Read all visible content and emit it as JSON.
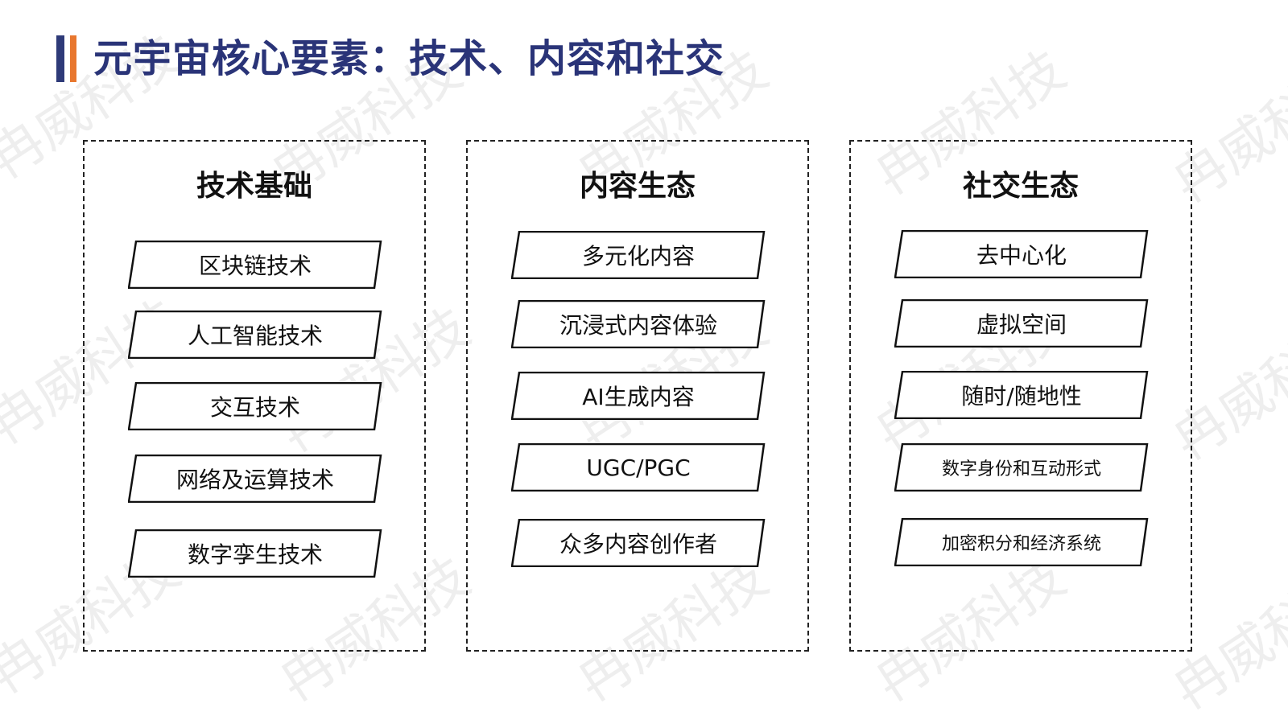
{
  "title": "元宇宙核心要素：技术、内容和社交",
  "colors": {
    "title": "#2A3478",
    "accent_blue": "#2E3A78",
    "accent_orange": "#E8772E"
  },
  "watermark": "冉威科技",
  "panels": [
    {
      "title": "技术基础",
      "items": [
        {
          "label": "区块链技术"
        },
        {
          "label": "人工智能技术"
        },
        {
          "label": "交互技术"
        },
        {
          "label": "网络及运算技术"
        },
        {
          "label": "数字孪生技术"
        }
      ]
    },
    {
      "title": "内容生态",
      "items": [
        {
          "label": "多元化内容"
        },
        {
          "label": "沉浸式内容体验"
        },
        {
          "label": "AI生成内容"
        },
        {
          "label": "UGC/PGC"
        },
        {
          "label": "众多内容创作者"
        }
      ]
    },
    {
      "title": "社交生态",
      "items": [
        {
          "label": "去中心化"
        },
        {
          "label": "虚拟空间"
        },
        {
          "label": "随时/随地性"
        },
        {
          "label": "数字身份和互动形式"
        },
        {
          "label": "加密积分和经济系统"
        }
      ]
    }
  ]
}
